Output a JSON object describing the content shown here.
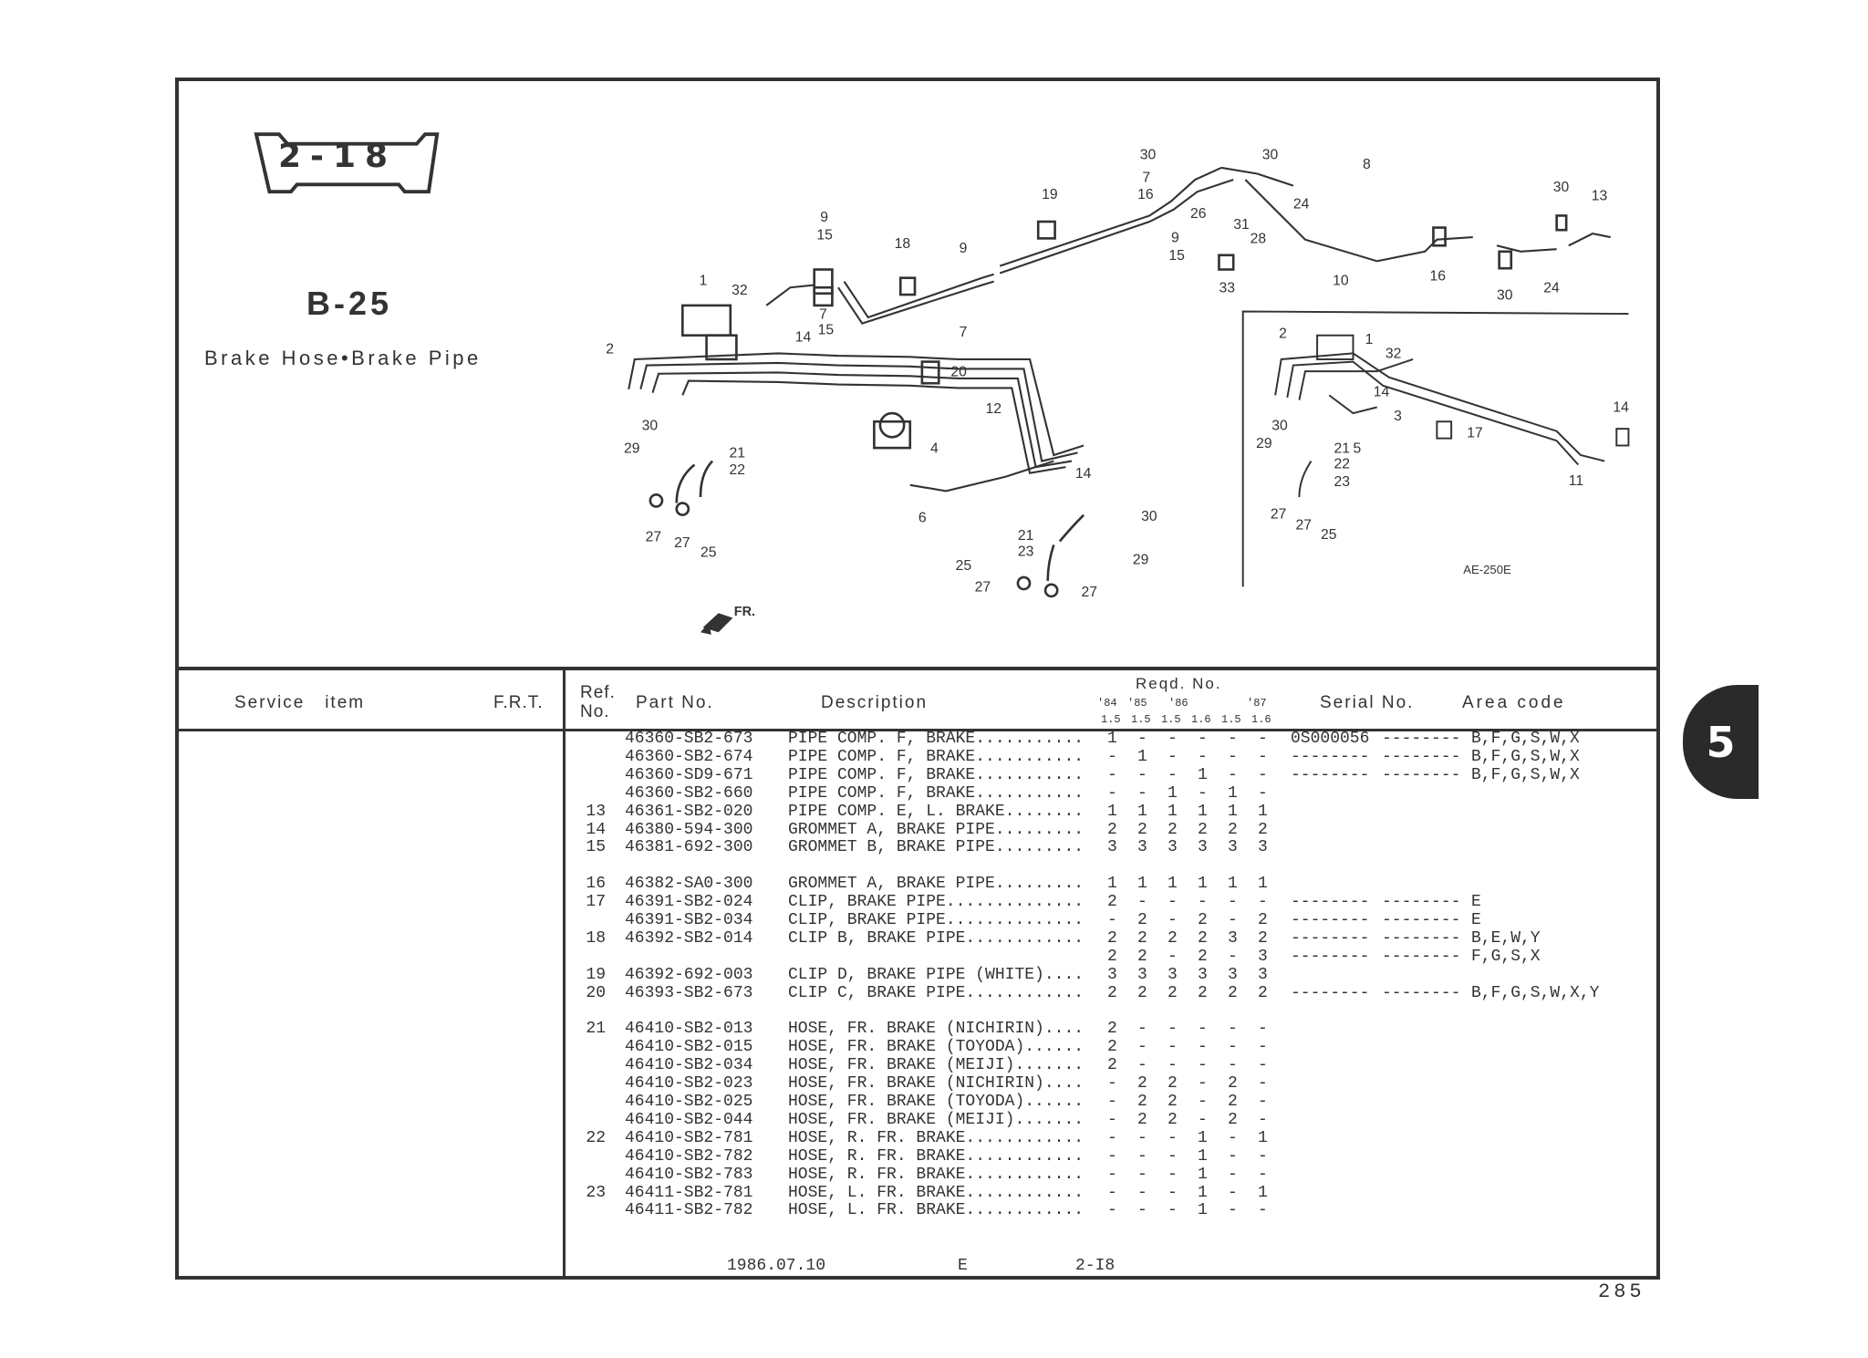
{
  "header": {
    "section_badge": "2-18",
    "group_code": "B-25",
    "group_title": "Brake Hose•Brake Pipe",
    "chapter_tab": "5",
    "page_number": "285"
  },
  "diagram": {
    "callouts": [
      "30",
      "30",
      "8",
      "7",
      "16",
      "24",
      "19",
      "26",
      "31",
      "9",
      "28",
      "15",
      "33",
      "10",
      "16",
      "30",
      "24",
      "30",
      "13",
      "9",
      "15",
      "18",
      "9",
      "1",
      "32",
      "7",
      "15",
      "14",
      "7",
      "2",
      "20",
      "12",
      "30",
      "29",
      "21",
      "22",
      "4",
      "14",
      "6",
      "27",
      "27",
      "25",
      "30",
      "21",
      "23",
      "29",
      "25",
      "27",
      "27"
    ],
    "inset_callouts": [
      "2",
      "1",
      "32",
      "14",
      "3",
      "17",
      "14",
      "30",
      "29",
      "21",
      "5",
      "22",
      "23",
      "11",
      "27",
      "27",
      "25"
    ],
    "figure_code": "AE-250E",
    "front_arrow": "FR."
  },
  "table": {
    "headers": {
      "service_item": "Service   item",
      "frt": "F.R.T.",
      "ref_no_1": "Ref.",
      "ref_no_2": "No.",
      "part_no": "Part No.",
      "description": "Description",
      "reqd_no": "Reqd. No.",
      "years": [
        "'84",
        "'85",
        "'86",
        "'87"
      ],
      "engines": [
        "1.5",
        "1.5",
        "1.5",
        "1.6",
        "1.5",
        "1.6"
      ],
      "serial_no": "Serial No.",
      "area_code": "Area code"
    },
    "rows": [
      {
        "ref": "",
        "part": "46360-SB2-673",
        "desc": "PIPE COMP. F, BRAKE...........",
        "qty": [
          "1",
          "-",
          "-",
          "-",
          "-",
          "-"
        ],
        "serial_from": "0S000056",
        "serial_to": "--------",
        "area": "B,F,G,S,W,X"
      },
      {
        "ref": "",
        "part": "46360-SB2-674",
        "desc": "PIPE COMP. F, BRAKE...........",
        "qty": [
          "-",
          "1",
          "-",
          "-",
          "-",
          "-"
        ],
        "serial_from": "--------",
        "serial_to": "--------",
        "area": "B,F,G,S,W,X"
      },
      {
        "ref": "",
        "part": "46360-SD9-671",
        "desc": "PIPE COMP. F, BRAKE...........",
        "qty": [
          "-",
          "-",
          "-",
          "1",
          "-",
          "-"
        ],
        "serial_from": "--------",
        "serial_to": "--------",
        "area": "B,F,G,S,W,X"
      },
      {
        "ref": "",
        "part": "46360-SB2-660",
        "desc": "PIPE COMP. F, BRAKE...........",
        "qty": [
          "-",
          "-",
          "1",
          "-",
          "1",
          "-"
        ],
        "serial_from": "",
        "serial_to": "",
        "area": ""
      },
      {
        "ref": "13",
        "part": "46361-SB2-020",
        "desc": "PIPE COMP. E, L. BRAKE........",
        "qty": [
          "1",
          "1",
          "1",
          "1",
          "1",
          "1"
        ],
        "serial_from": "",
        "serial_to": "",
        "area": ""
      },
      {
        "ref": "14",
        "part": "46380-594-300",
        "desc": "GROMMET A, BRAKE PIPE.........",
        "qty": [
          "2",
          "2",
          "2",
          "2",
          "2",
          "2"
        ],
        "serial_from": "",
        "serial_to": "",
        "area": ""
      },
      {
        "ref": "15",
        "part": "46381-692-300",
        "desc": "GROMMET B, BRAKE PIPE.........",
        "qty": [
          "3",
          "3",
          "3",
          "3",
          "3",
          "3"
        ],
        "serial_from": "",
        "serial_to": "",
        "area": ""
      },
      {
        "ref": "16",
        "part": "46382-SA0-300",
        "desc": "GROMMET A, BRAKE PIPE.........",
        "qty": [
          "1",
          "1",
          "1",
          "1",
          "1",
          "1"
        ],
        "serial_from": "",
        "serial_to": "",
        "area": ""
      },
      {
        "ref": "17",
        "part": "46391-SB2-024",
        "desc": "CLIP, BRAKE PIPE..............",
        "qty": [
          "2",
          "-",
          "-",
          "-",
          "-",
          "-"
        ],
        "serial_from": "--------",
        "serial_to": "--------",
        "area": "E"
      },
      {
        "ref": "",
        "part": "46391-SB2-034",
        "desc": "CLIP, BRAKE PIPE..............",
        "qty": [
          "-",
          "2",
          "-",
          "2",
          "-",
          "2"
        ],
        "serial_from": "--------",
        "serial_to": "--------",
        "area": "E"
      },
      {
        "ref": "18",
        "part": "46392-SB2-014",
        "desc": "CLIP B, BRAKE PIPE............",
        "qty": [
          "2",
          "2",
          "2",
          "2",
          "3",
          "2"
        ],
        "serial_from": "--------",
        "serial_to": "--------",
        "area": "B,E,W,Y"
      },
      {
        "ref": "",
        "part": "",
        "desc": "",
        "qty": [
          "2",
          "2",
          "-",
          "2",
          "-",
          "3"
        ],
        "serial_from": "--------",
        "serial_to": "--------",
        "area": "F,G,S,X"
      },
      {
        "ref": "19",
        "part": "46392-692-003",
        "desc": "CLIP D, BRAKE PIPE (WHITE)....",
        "qty": [
          "3",
          "3",
          "3",
          "3",
          "3",
          "3"
        ],
        "serial_from": "",
        "serial_to": "",
        "area": ""
      },
      {
        "ref": "20",
        "part": "46393-SB2-673",
        "desc": "CLIP C, BRAKE PIPE............",
        "qty": [
          "2",
          "2",
          "2",
          "2",
          "2",
          "2"
        ],
        "serial_from": "--------",
        "serial_to": "--------",
        "area": "B,F,G,S,W,X,Y"
      },
      {
        "ref": "21",
        "part": "46410-SB2-013",
        "desc": "HOSE, FR. BRAKE (NICHIRIN)....",
        "qty": [
          "2",
          "-",
          "-",
          "-",
          "-",
          "-"
        ],
        "serial_from": "",
        "serial_to": "",
        "area": ""
      },
      {
        "ref": "",
        "part": "46410-SB2-015",
        "desc": "HOSE, FR. BRAKE (TOYODA)......",
        "qty": [
          "2",
          "-",
          "-",
          "-",
          "-",
          "-"
        ],
        "serial_from": "",
        "serial_to": "",
        "area": ""
      },
      {
        "ref": "",
        "part": "46410-SB2-034",
        "desc": "HOSE, FR. BRAKE (MEIJI).......",
        "qty": [
          "2",
          "-",
          "-",
          "-",
          "-",
          "-"
        ],
        "serial_from": "",
        "serial_to": "",
        "area": ""
      },
      {
        "ref": "",
        "part": "46410-SB2-023",
        "desc": "HOSE, FR. BRAKE (NICHIRIN)....",
        "qty": [
          "-",
          "2",
          "2",
          "-",
          "2",
          "-"
        ],
        "serial_from": "",
        "serial_to": "",
        "area": ""
      },
      {
        "ref": "",
        "part": "46410-SB2-025",
        "desc": "HOSE, FR. BRAKE (TOYODA)......",
        "qty": [
          "-",
          "2",
          "2",
          "-",
          "2",
          "-"
        ],
        "serial_from": "",
        "serial_to": "",
        "area": ""
      },
      {
        "ref": "",
        "part": "46410-SB2-044",
        "desc": "HOSE, FR. BRAKE (MEIJI).......",
        "qty": [
          "-",
          "2",
          "2",
          "-",
          "2",
          "-"
        ],
        "serial_from": "",
        "serial_to": "",
        "area": ""
      },
      {
        "ref": "22",
        "part": "46410-SB2-781",
        "desc": "HOSE, R. FR. BRAKE............",
        "qty": [
          "-",
          "-",
          "-",
          "1",
          "-",
          "1"
        ],
        "serial_from": "",
        "serial_to": "",
        "area": ""
      },
      {
        "ref": "",
        "part": "46410-SB2-782",
        "desc": "HOSE, R. FR. BRAKE............",
        "qty": [
          "-",
          "-",
          "-",
          "1",
          "-",
          "-"
        ],
        "serial_from": "",
        "serial_to": "",
        "area": ""
      },
      {
        "ref": "",
        "part": "46410-SB2-783",
        "desc": "HOSE, R. FR. BRAKE............",
        "qty": [
          "-",
          "-",
          "-",
          "1",
          "-",
          "-"
        ],
        "serial_from": "",
        "serial_to": "",
        "area": ""
      },
      {
        "ref": "23",
        "part": "46411-SB2-781",
        "desc": "HOSE, L. FR. BRAKE............",
        "qty": [
          "-",
          "-",
          "-",
          "1",
          "-",
          "1"
        ],
        "serial_from": "",
        "serial_to": "",
        "area": ""
      },
      {
        "ref": "",
        "part": "46411-SB2-782",
        "desc": "HOSE, L. FR. BRAKE............",
        "qty": [
          "-",
          "-",
          "-",
          "1",
          "-",
          "-"
        ],
        "serial_from": "",
        "serial_to": "",
        "area": ""
      }
    ],
    "footer": {
      "date": "1986.07.10",
      "lang": "E",
      "ref": "2-I8"
    }
  }
}
